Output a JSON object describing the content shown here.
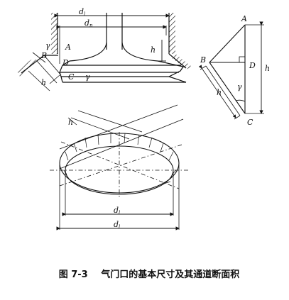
{
  "caption": {
    "number": "图 7-3",
    "text": "气门口的基本尺寸及其通道断面积"
  },
  "labels": {
    "A": "A",
    "B": "B",
    "C": "C",
    "D": "D",
    "h": "h",
    "gamma": "γ",
    "d": "d",
    "sub_l": "l",
    "sub_n": "n"
  }
}
